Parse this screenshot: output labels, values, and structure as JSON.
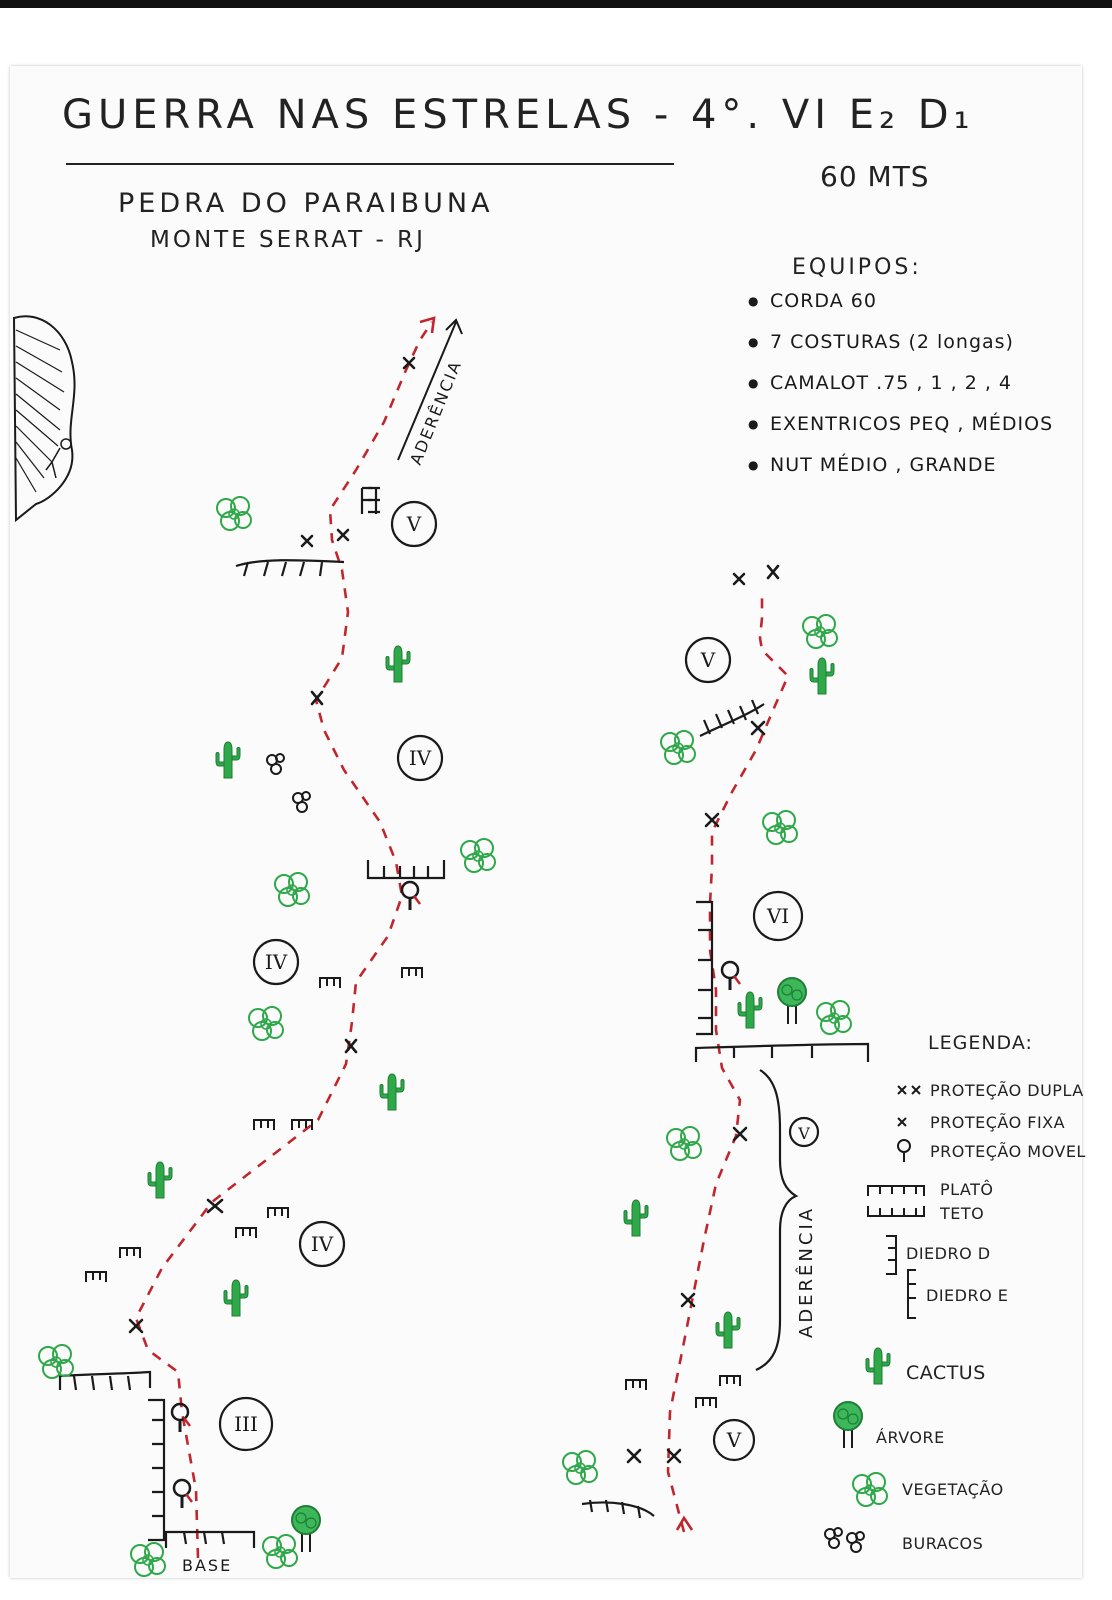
{
  "route": {
    "title": "GUERRA NAS ESTRELAS - 4°. VI E₂ D₁",
    "length": "60 MTS",
    "crag": "PEDRA DO PARAIBUNA",
    "region": "MONTE SERRAT - RJ"
  },
  "gear": {
    "title": "EQUIPOS:",
    "items": [
      "CORDA 60",
      "7 COSTURAS (2 longas)",
      "CAMALOT .75 , 1 , 2 , 4",
      "EXENTRICOS PEQ , MÉDIOS",
      "NUT MÉDIO , GRANDE"
    ]
  },
  "grades": {
    "left_top": "V",
    "left_upper": "IV",
    "left_mid": "IV",
    "left_low": "IV",
    "left_bottom": "III",
    "right_top": "V",
    "right_mid": "VI",
    "right_slab": "V",
    "right_bottom": "V"
  },
  "labels": {
    "aderencia_top": "ADERÊNCIA",
    "aderencia_right": "ADERÊNCIA",
    "base": "BASE"
  },
  "legend": {
    "title": "LEGENDA:",
    "items": [
      {
        "symbol": "x x",
        "label": "PROTEÇÃO DUPLA"
      },
      {
        "symbol": "x",
        "label": "PROTEÇÃO FIXA"
      },
      {
        "symbol": "protecao-movel",
        "label": "PROTEÇÃO MOVEL"
      },
      {
        "symbol": "plato",
        "label": "PLATÔ"
      },
      {
        "symbol": "teto",
        "label": "TETO"
      },
      {
        "symbol": "diedro-d",
        "label": "DIEDRO D"
      },
      {
        "symbol": "diedro-e",
        "label": "DIEDRO E"
      },
      {
        "symbol": "cactus",
        "label": "CACTUS"
      },
      {
        "symbol": "arvore",
        "label": "ÁRVORE"
      },
      {
        "symbol": "vegetacao",
        "label": "VEGETAÇÃO"
      },
      {
        "symbol": "buracos",
        "label": "BURACOS"
      }
    ]
  },
  "colors": {
    "route_line": "#c0262d",
    "ink": "#1a1a1a",
    "vegetation": "#2fa84a"
  }
}
